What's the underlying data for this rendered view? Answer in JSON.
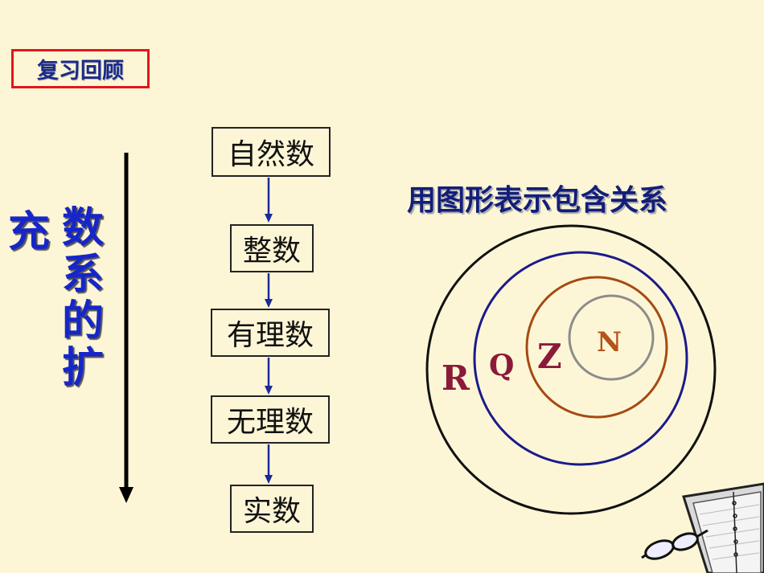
{
  "header": {
    "badge_label": "复习回顾"
  },
  "side_caption": {
    "col1": "充",
    "col2": [
      "数",
      "系",
      "的",
      "扩"
    ]
  },
  "flow": {
    "steps": [
      "自然数",
      "整数",
      "有理数",
      "无理数",
      "实数"
    ]
  },
  "venn": {
    "title": "用图形表示包含关系",
    "sets": [
      {
        "label": "R",
        "color": "#111111",
        "label_color": "#8b1a3a"
      },
      {
        "label": "Q",
        "color": "#1b1b8c",
        "label_color": "#8b1a3a"
      },
      {
        "label": "Z",
        "color": "#a54a12",
        "label_color": "#8b1a3a"
      },
      {
        "label": "N",
        "color": "#8c8c8c",
        "label_color": "#b5541a"
      }
    ]
  },
  "decoration": {
    "icon": "notebook-and-glasses-icon"
  }
}
